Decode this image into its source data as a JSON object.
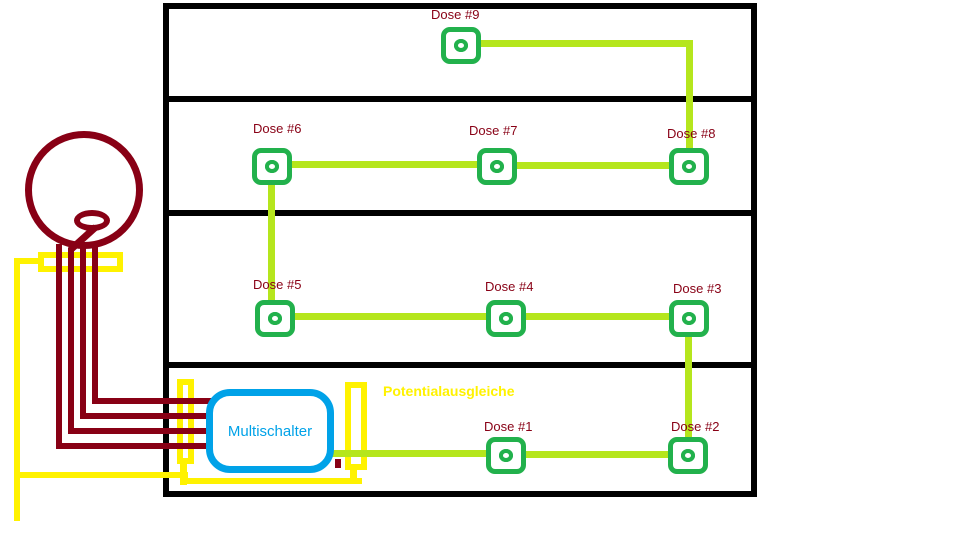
{
  "colors": {
    "wall": "#000000",
    "dose_green": "#22B14C",
    "cable_green": "#B5E61D",
    "sat_red": "#880015",
    "bonding_yellow": "#FFF200",
    "switch_blue": "#00A2E8"
  },
  "switch": {
    "label": "Multischalter"
  },
  "bonding": {
    "label": "Potentialausgleiche"
  },
  "doses": [
    {
      "label": "Dose #1"
    },
    {
      "label": "Dose #2"
    },
    {
      "label": "Dose #3"
    },
    {
      "label": "Dose #4"
    },
    {
      "label": "Dose #5"
    },
    {
      "label": "Dose #6"
    },
    {
      "label": "Dose #7"
    },
    {
      "label": "Dose #8"
    },
    {
      "label": "Dose #9"
    }
  ]
}
